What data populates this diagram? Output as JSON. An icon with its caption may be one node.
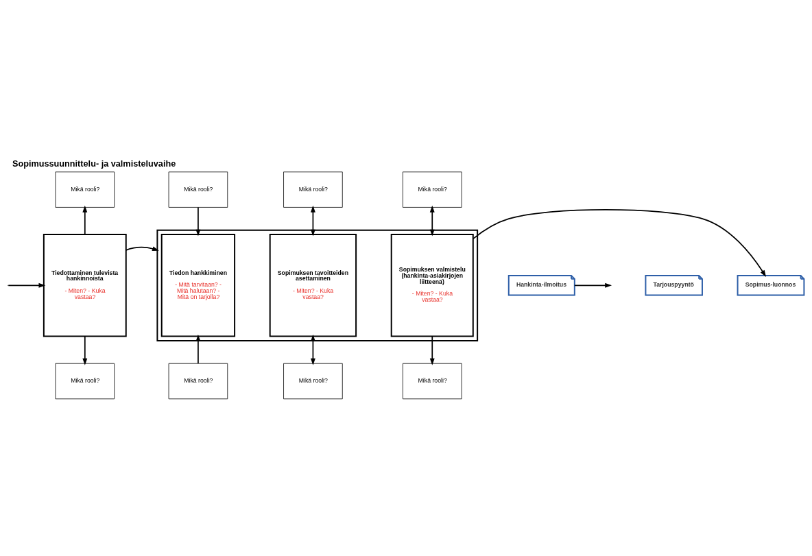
{
  "diagram": {
    "title": "Sopimussuunnittelu- ja valmisteluvaihe",
    "nodes": [
      {
        "text": [
          "Mikä rooli?"
        ]
      },
      {
        "text": [
          "Mikä rooli?"
        ]
      },
      {
        "text": [
          "Mikä rooli?"
        ]
      },
      {
        "text": [
          "Mikä rooli?"
        ]
      },
      {
        "text": [
          "Tiedottaminen tulevista hankinnoista",
          "- Miten? - Kuka vastaa?"
        ]
      },
      {
        "text": [],
        "shape": "box"
      },
      {
        "text": [
          "Tiedon hankkiminen",
          "- Mitä tarvitaan? - Mitä halutaan? - Mitä on tarjolla?"
        ],
        "in": 5
      },
      {
        "text": [
          "Sopimuksen tavoitteiden asettaminen",
          "- Miten? - Kuka vastaa?"
        ],
        "in": 5
      },
      {
        "text": [
          "Sopimuksen valmistelu (hankinta-asiakirjojen liitteenä)",
          "- Miten? - Kuka vastaa?"
        ],
        "in": 5
      },
      {
        "text": [
          "Hankinta-ilmoitus"
        ]
      },
      {
        "text": [
          "Tarjouspyyntö"
        ]
      },
      {
        "text": [
          "Sopimus-luonnos"
        ]
      },
      {
        "text": [
          "Mikä rooli?"
        ]
      },
      {
        "text": [
          "Mikä rooli?"
        ]
      },
      {
        "text": [
          "Mikä rooli?"
        ]
      },
      {
        "text": [
          "Mikä rooli?"
        ]
      }
    ],
    "edges": [
      {
        "from": null,
        "to": 4,
        "arrow": "to"
      },
      {
        "from": 4,
        "to": 0,
        "arrow": "to"
      },
      {
        "from": 1,
        "to": 6,
        "arrow": "to"
      },
      {
        "from": 2,
        "to": 7,
        "arrow": "both"
      },
      {
        "from": 3,
        "to": 8,
        "arrow": "both"
      },
      {
        "from": 4,
        "to": 5,
        "arrow": "to"
      },
      {
        "from": 4,
        "to": 12,
        "arrow": "to"
      },
      {
        "from": 13,
        "to": 6,
        "arrow": "to"
      },
      {
        "from": 7,
        "to": 14,
        "arrow": "both"
      },
      {
        "from": 8,
        "to": 15,
        "arrow": "to"
      },
      {
        "from": 8,
        "to": 11,
        "arrow": "to"
      },
      {
        "from": 9,
        "to": null,
        "arrow": "to"
      }
    ]
  }
}
